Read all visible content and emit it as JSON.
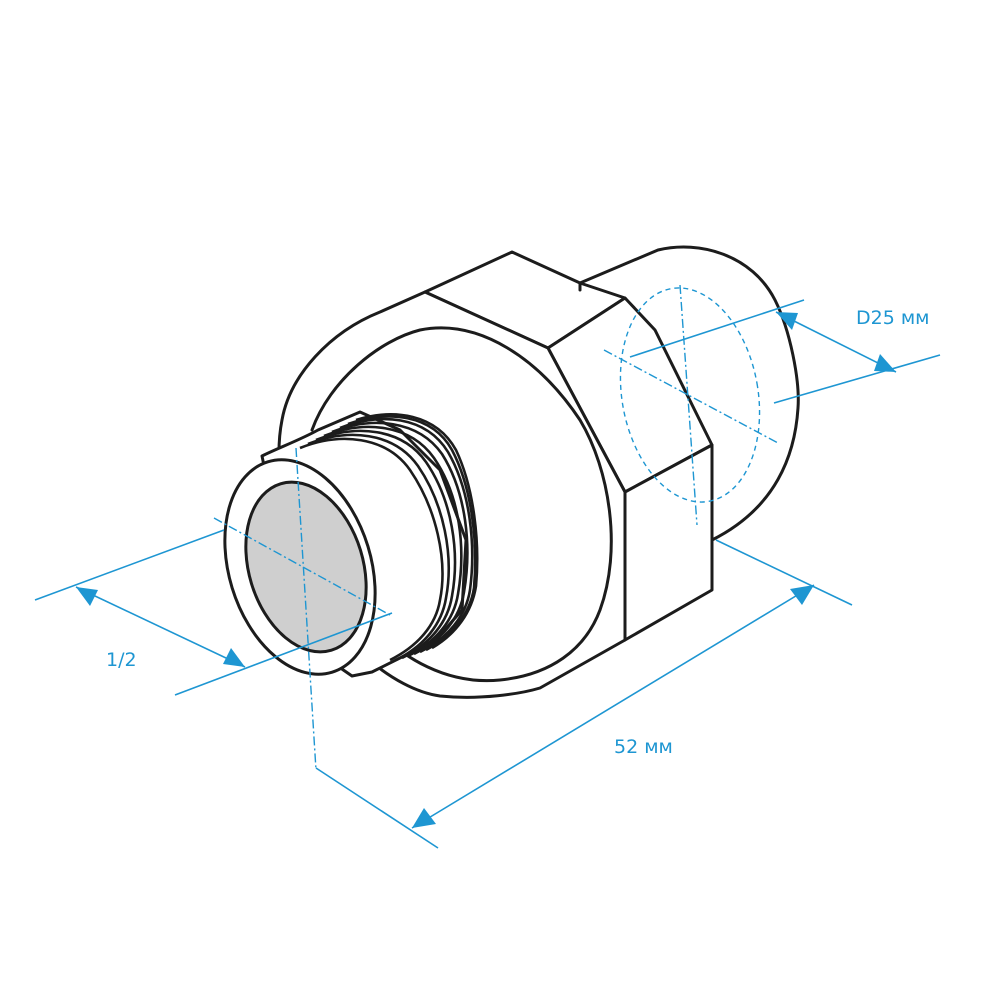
{
  "colors": {
    "outline": "#1c1c1c",
    "dimension": "#1e96d2",
    "bore_fill": "#cfcfcf",
    "background": "#ffffff"
  },
  "dimensions": {
    "thread_size": "1/2",
    "length": "52 мм",
    "diameter": "D25 мм"
  }
}
